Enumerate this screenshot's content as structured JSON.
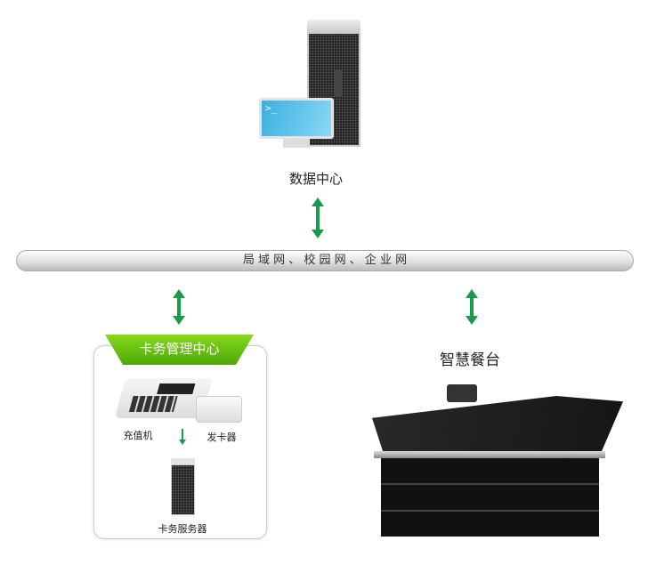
{
  "data_center": {
    "label": "数据中心"
  },
  "network": {
    "label": "局 域 网 、 校 园 网 、 企 业 网"
  },
  "card_center": {
    "title": "卡务管理中心",
    "recharge": "充值机",
    "issuer": "发卡器",
    "server": "卡务服务器"
  },
  "smart_table": {
    "label": "智慧餐台"
  },
  "colors": {
    "accent": "#1a9a4a",
    "header_green": "#5cb80e"
  }
}
